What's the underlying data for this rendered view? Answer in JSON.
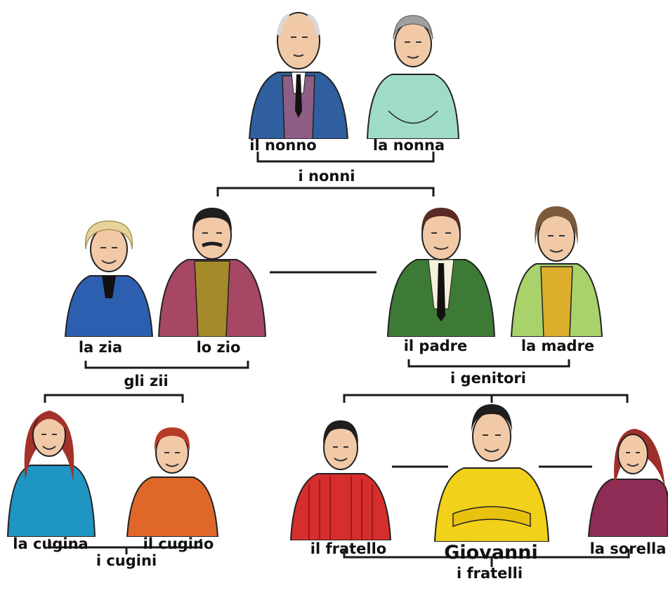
{
  "colors": {
    "line": "#1a1a1a",
    "skin": "#f2c9a7",
    "dark_hair": "#1e1e1e",
    "red_hair": "#a3322b",
    "blond_hair": "#e6d29a"
  },
  "labels": {
    "nonno": "il nonno",
    "nonna": "la nonna",
    "nonni": "i nonni",
    "zia": "la zia",
    "zio": "lo zio",
    "zii": "gli zii",
    "padre": "il padre",
    "madre": "la madre",
    "genitori": "i genitori",
    "cugina": "la cugina",
    "cugino": "il cugino",
    "cugini": "i cugini",
    "fratello": "il fratello",
    "giovanni": "Giovanni",
    "sorella": "la sorella",
    "fratelli": "i fratelli"
  },
  "people": {
    "nonno": {
      "shirt": "#2f5f9e",
      "vest": "#8e5e86",
      "hair": "#d8d8d8"
    },
    "nonna": {
      "shirt": "#9fdcc6",
      "hair": "#a0a0a0"
    },
    "zia": {
      "shirt": "#2d5fb0",
      "hair": "#e6d29a"
    },
    "zio": {
      "shirt": "#a64763",
      "vest": "#a58a2b",
      "hair": "#1e1e1e"
    },
    "padre": {
      "shirt": "#3d7a35",
      "hair": "#5b2a24"
    },
    "madre": {
      "shirt": "#a9d26b",
      "vest": "#dcae2b",
      "hair": "#7a5a3a"
    },
    "cugina": {
      "shirt": "#1f95c4",
      "hair": "#a3322b"
    },
    "cugino": {
      "shirt": "#e0672a",
      "hair": "#b83b29"
    },
    "fratello": {
      "shirt": "#d62d2d",
      "hair": "#1e1e1e"
    },
    "giovanni": {
      "shirt": "#f1d11a",
      "hair": "#1e1e1e"
    },
    "sorella": {
      "shirt": "#8e2c56",
      "hair": "#9c2f2a"
    }
  }
}
